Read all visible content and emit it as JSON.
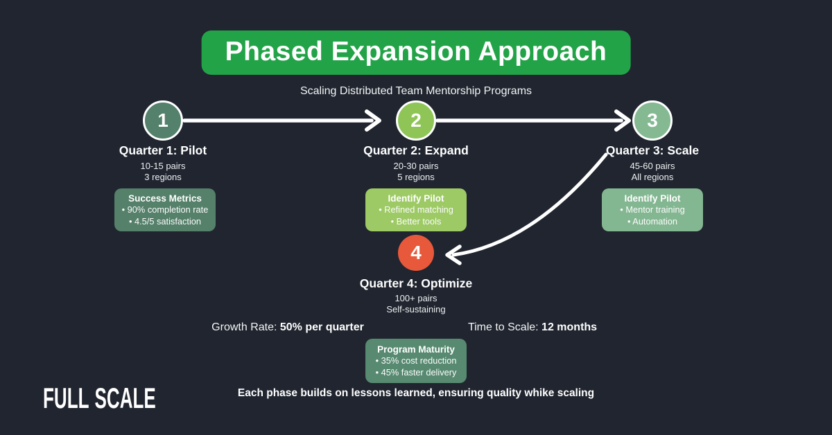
{
  "colors": {
    "background": "#20252F",
    "banner_green": "#23A348",
    "phase1": "#54816B",
    "phase1_box": "#55806A",
    "phase2": "#8FC557",
    "phase2_box": "#9DCA64",
    "phase3": "#84B992",
    "phase3_box": "#83B791",
    "phase4": "#E8583A",
    "summary_box": "#578A70",
    "arrow": "#FFFFFF"
  },
  "header": {
    "title": "Phased Expansion Approach",
    "subtitle": "Scaling Distributed Team Mentorship Programs"
  },
  "phases": [
    {
      "number": "1",
      "heading": "Quarter 1: Pilot",
      "line1": "10-15 pairs",
      "line2": "3 regions",
      "box_title": "Success Metrics",
      "bullets": [
        "• 90% completion rate",
        "• 4.5/5 satisfaction"
      ]
    },
    {
      "number": "2",
      "heading": "Quarter 2: Expand",
      "line1": "20-30 pairs",
      "line2": "5 regions",
      "box_title": "Identify Pilot",
      "bullets": [
        "• Refined matching",
        "• Better tools"
      ]
    },
    {
      "number": "3",
      "heading": "Quarter 3: Scale",
      "line1": "45-60 pairs",
      "line2": "All regions",
      "box_title": "Identify Pilot",
      "bullets": [
        "• Mentor training",
        "• Automation"
      ]
    },
    {
      "number": "4",
      "heading": "Quarter 4: Optimize",
      "line1": "100+ pairs",
      "line2": "Self-sustaining",
      "box_title": "Program Maturity",
      "bullets": [
        "• 35% cost reduction",
        "• 45% faster delivery"
      ]
    }
  ],
  "stats": {
    "growth_label": "Growth Rate: ",
    "growth_value": "50% per quarter",
    "time_label": "Time to Scale: ",
    "time_value": "12 months"
  },
  "footer": {
    "logo": "FULL SCALE",
    "note": "Each phase builds on lessons learned, ensuring quality whike scaling"
  }
}
